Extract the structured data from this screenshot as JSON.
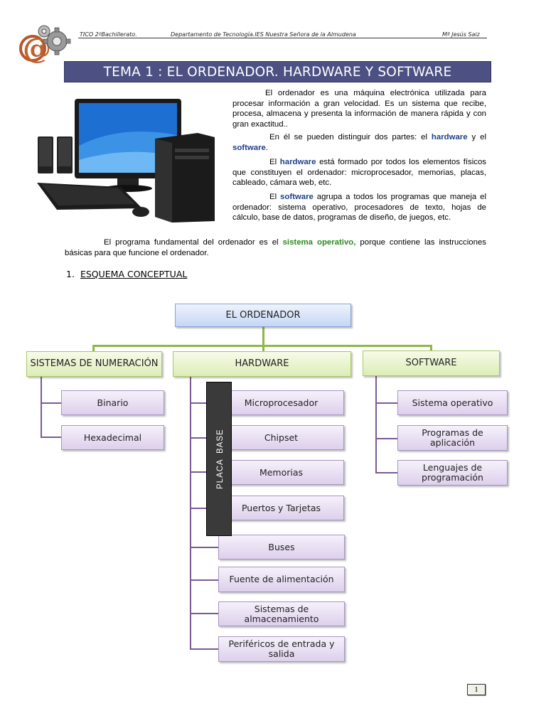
{
  "header": {
    "course": "TICO 2ºBachillerato.",
    "department": "Departamento de Tecnología.IES Nuestra Señora de la Almudena",
    "author": "Mª Jesús Saiz"
  },
  "title": "TEMA 1 : EL ORDENADOR. HARDWARE Y SOFTWARE",
  "intro": {
    "p1": "El ordenador es una máquina electrónica utilizada para procesar información a gran velocidad. Es un sistema que recibe, procesa, almacena y presenta la información de manera rápida y con gran exactitud..",
    "p2_a": "En él se pueden distinguir dos partes:  el ",
    "p2_hw": "hardware",
    "p2_b": " y el ",
    "p2_sw": "software",
    "p2_c": ".",
    "p3_a": "El ",
    "p3_hw": "hardware",
    "p3_b": " está formado por todos los elementos físicos que constituyen el ordenador: microprocesador, memorias, placas, cableado,  cámara web, etc.",
    "p4_a": "El ",
    "p4_sw": "software",
    "p4_b": " agrupa a todos los programas que maneja el ordenador: sistema operativo, procesadores de texto, hojas de cálculo, base de datos, programas de diseño, de juegos, etc.",
    "p5_a": "El programa fundamental del ordenador es el ",
    "p5_so": "sistema operativo,",
    "p5_b": " porque contiene las instrucciones básicas para que funcione el ordenador."
  },
  "section": {
    "number": "1.",
    "title": "ESQUEMA CONCEPTUAL"
  },
  "diagram": {
    "root": "EL ORDENADOR",
    "categories": {
      "numeracion": "SISTEMAS DE NUMERACIÓN",
      "hardware": "HARDWARE",
      "software": "SOFTWARE"
    },
    "numeracion_items": [
      "Binario",
      "Hexadecimal"
    ],
    "hardware_items": [
      "Microprocesador",
      "Chipset",
      "Memorias",
      "Puertos y Tarjetas",
      "Buses",
      "Fuente de alimentación",
      "Sistemas de almacenamiento",
      "Periféricos de entrada y salida"
    ],
    "software_items": [
      "Sistema operativo",
      "Programas de aplicación",
      "Lenguajes de programación"
    ],
    "placa_base": [
      "PLACA",
      "BASE"
    ]
  },
  "page_number": "1"
}
